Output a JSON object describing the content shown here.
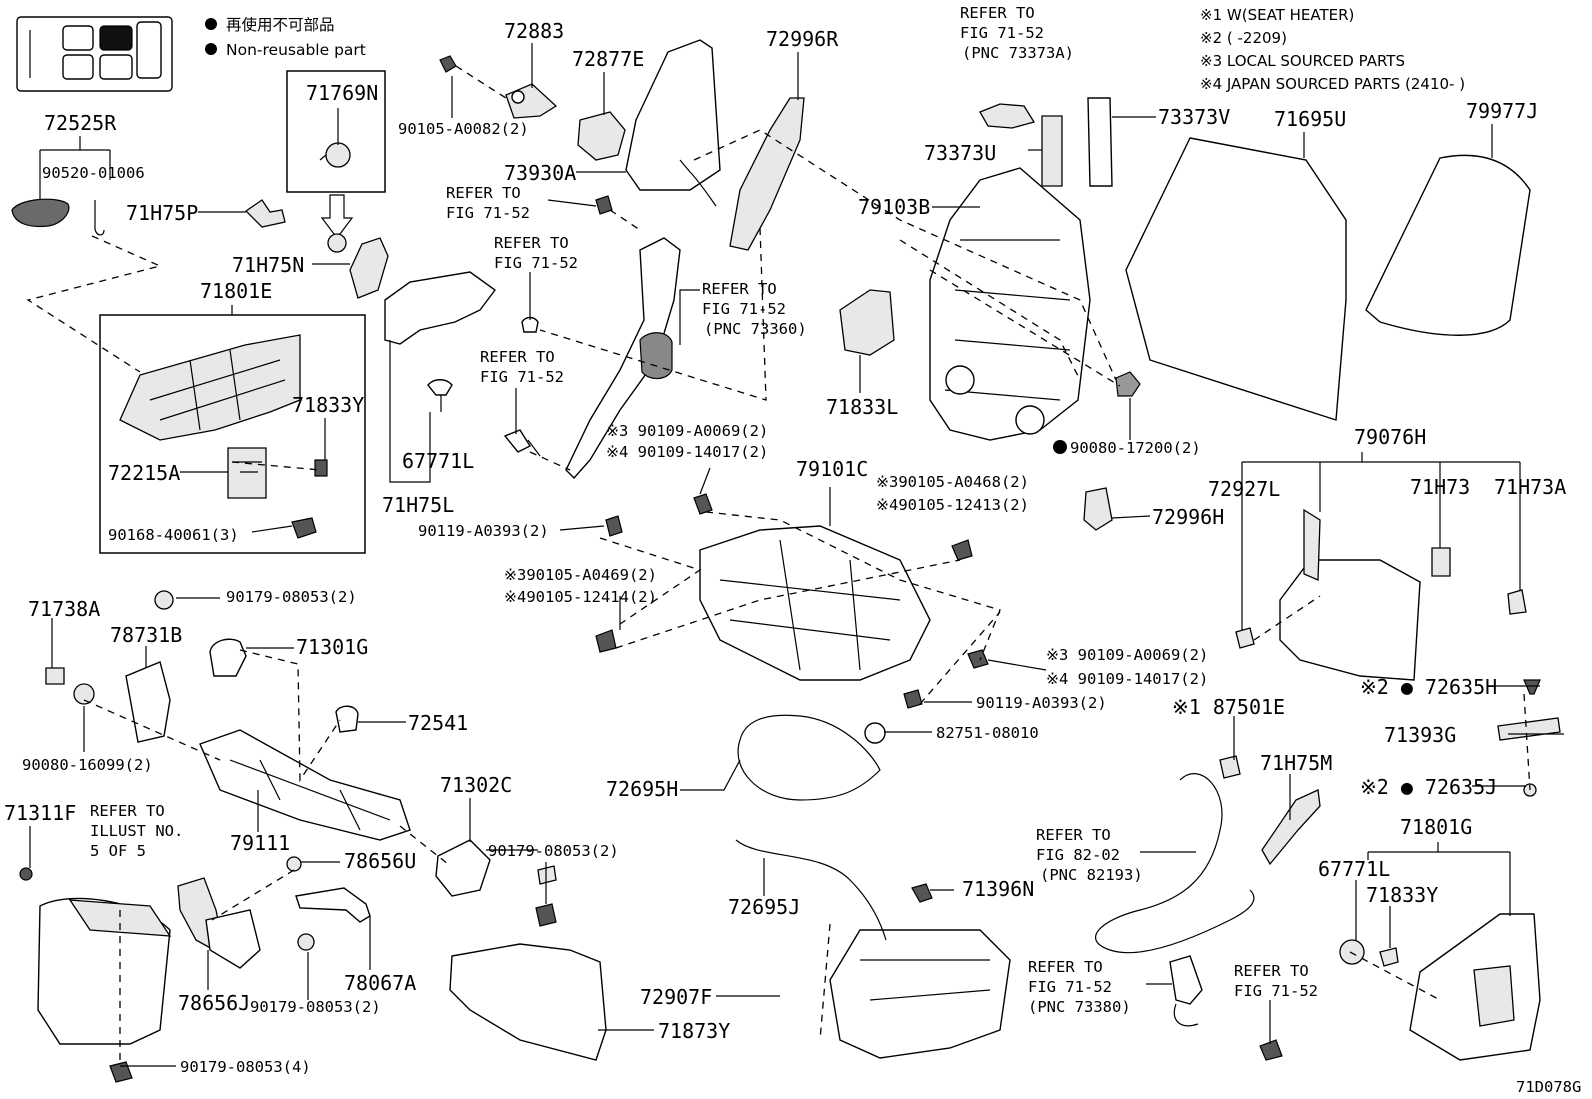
{
  "legend": {
    "jp": "再使用不可部品",
    "en": "Non-reusable part"
  },
  "notes": [
    "※1 W(SEAT HEATER)",
    "※2 (      -2209)",
    "※3 LOCAL SOURCED PARTS",
    "※4 JAPAN SOURCED PARTS (2410-    )"
  ],
  "illustration_id": "71D078G",
  "refer": {
    "top": [
      "REFER TO",
      "FIG 71-52",
      "(PNC 73373A)"
    ],
    "seatbelt_top": [
      "REFER TO",
      "FIG 71-52"
    ],
    "anchor": [
      "REFER TO",
      "FIG 71-52"
    ],
    "retractor": [
      "REFER TO",
      "FIG 71-52",
      "(PNC 73360)"
    ],
    "buckle_bolt": [
      "REFER TO",
      "FIG 71-52"
    ],
    "wire": [
      "REFER TO",
      "FIG 82-02",
      "(PNC 82193)"
    ],
    "buckle": [
      "REFER TO",
      "FIG 71-52",
      "(PNC 73380)"
    ],
    "bolt_br": [
      "REFER TO",
      "FIG 71-52"
    ],
    "illust": [
      "REFER TO",
      "ILLUST NO.",
      "5 OF 5"
    ]
  },
  "parts": {
    "p72525R": "72525R",
    "p90520": "90520-01006",
    "p71769N": "71769N",
    "p71H75P": "71H75P",
    "p71H75N": "71H75N",
    "p71801E": "71801E",
    "p71833Y_a": "71833Y",
    "p72215A": "72215A",
    "p90168": "90168-40061(3)",
    "p72883": "72883",
    "p90105_82": "90105-A0082(2)",
    "p72877E": "72877E",
    "p73930A": "73930A",
    "p72996R": "72996R",
    "p67771L_a": "67771L",
    "p71H75L": "71H75L",
    "p73373U": "73373U",
    "p73373V": "73373V",
    "p79103B": "79103B",
    "p71833L": "71833L",
    "p71695U": "71695U",
    "p79977J": "79977J",
    "p90080_17200": "90080-17200(2)",
    "p90109_69_a": "※3 90109-A0069(2)",
    "p90109_17_a": "※4 90109-14017(2)",
    "p79101C": "79101C",
    "p90105_468": "※390105-A0468(2)",
    "p90105_12413": "※490105-12413(2)",
    "p90119_a": "90119-A0393(2)",
    "p90105_469": "※390105-A0469(2)",
    "p90105_12414": "※490105-12414(2)",
    "p72996H": "72996H",
    "p79076H": "79076H",
    "p72927L": "72927L",
    "p71H73": "71H73",
    "p71H73A": "71H73A",
    "p71738A": "71738A",
    "p90179_a": "90179-08053(2)",
    "p78731B": "78731B",
    "p71301G": "71301G",
    "p72541": "72541",
    "p90080_16099": "90080-16099(2)",
    "p90109_69_b": "※3 90109-A0069(2)",
    "p90109_17_b": "※4 90109-14017(2)",
    "p90119_b": "90119-A0393(2)",
    "p72635H": "※2 ● 72635H",
    "p71393G": "71393G",
    "p82751": "82751-08010",
    "p87501E": "※1 87501E",
    "p71H75M": "71H75M",
    "p72635J": "※2 ● 72635J",
    "p71311F": "71311F",
    "p79111": "79111",
    "p71302C": "71302C",
    "p90179_b": "90179-08053(2)",
    "p78656U": "78656U",
    "p72695H": "72695H",
    "p72695J": "72695J",
    "p71396N": "71396N",
    "p71801G": "71801G",
    "p67771L_b": "67771L",
    "p71833Y_b": "71833Y",
    "p78656J": "78656J",
    "p90179_c": "90179-08053(2)",
    "p78067A": "78067A",
    "p72907F": "72907F",
    "p71873Y": "71873Y",
    "p90179_d": "90179-08053(4)"
  }
}
